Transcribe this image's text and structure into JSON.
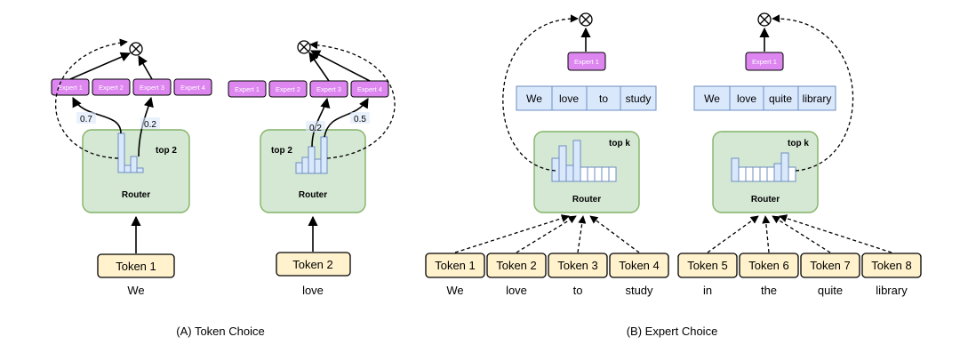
{
  "panel_a": {
    "caption": "(A) Token Choice",
    "left": {
      "experts": [
        "Expert 1",
        "Expert 2",
        "Expert 3",
        "Expert 4"
      ],
      "router_label": "Router",
      "top_label": "top 2",
      "weights": [
        "0.7",
        "0.2"
      ],
      "token_label": "Token 1",
      "word": "We"
    },
    "right": {
      "experts": [
        "Expert 1",
        "Expert 2",
        "Expert 3",
        "Expert 4"
      ],
      "router_label": "Router",
      "top_label": "top 2",
      "weights": [
        "0.2",
        "0.5"
      ],
      "token_label": "Token 2",
      "word": "love"
    }
  },
  "panel_b": {
    "caption": "(B) Expert Choice",
    "left": {
      "expert": "Expert 1",
      "sequence": [
        "We",
        "love",
        "to",
        "study"
      ],
      "router_label": "Router",
      "top_label": "top k",
      "tokens": [
        "Token 1",
        "Token 2",
        "Token 3",
        "Token 4"
      ],
      "words": [
        "We",
        "love",
        "to",
        "study"
      ]
    },
    "right": {
      "expert": "Expert 1",
      "sequence": [
        "We",
        "love",
        "quite",
        "library"
      ],
      "router_label": "Router",
      "top_label": "top k",
      "tokens": [
        "Token 5",
        "Token 6",
        "Token 7",
        "Token 8"
      ],
      "words": [
        "in",
        "the",
        "quite",
        "library"
      ]
    }
  }
}
